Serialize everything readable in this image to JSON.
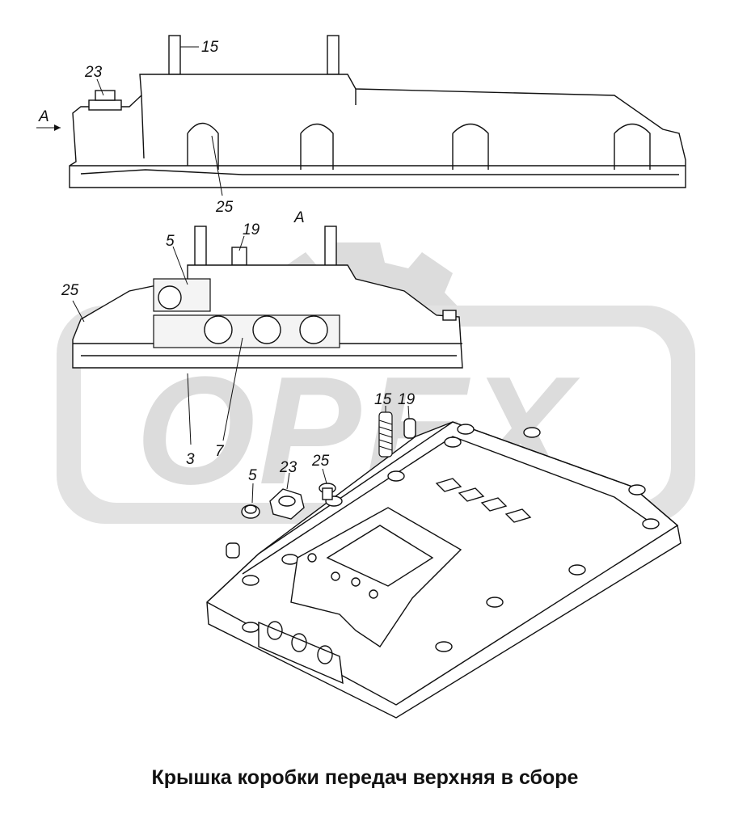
{
  "watermark": {
    "text": "OPEX",
    "color": "#d9d9d9"
  },
  "labels": {
    "top_15": "15",
    "top_23": "23",
    "top_A_arrow": "A",
    "top_25": "25",
    "view_A": "A",
    "sec_5": "5",
    "sec_19": "19",
    "sec_25": "25",
    "sec_3": "3",
    "sec_7": "7",
    "part_15": "15",
    "part_19": "19",
    "part_5": "5",
    "part_23": "23",
    "part_25": "25"
  },
  "caption": "Крышка коробки передач верхняя в сборе"
}
